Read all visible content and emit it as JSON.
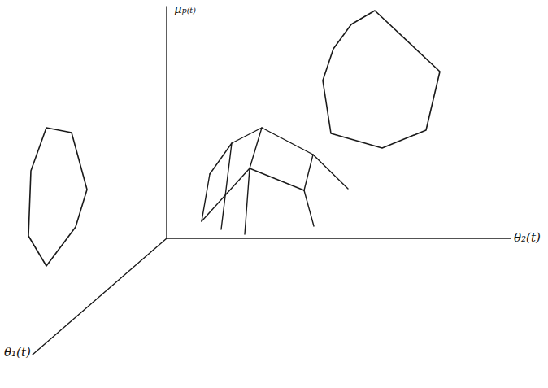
{
  "diagram": {
    "labels": [
      "μₚ₍ₜ₎",
      "θ₂(t)",
      "θ₁(t)"
    ]
  }
}
